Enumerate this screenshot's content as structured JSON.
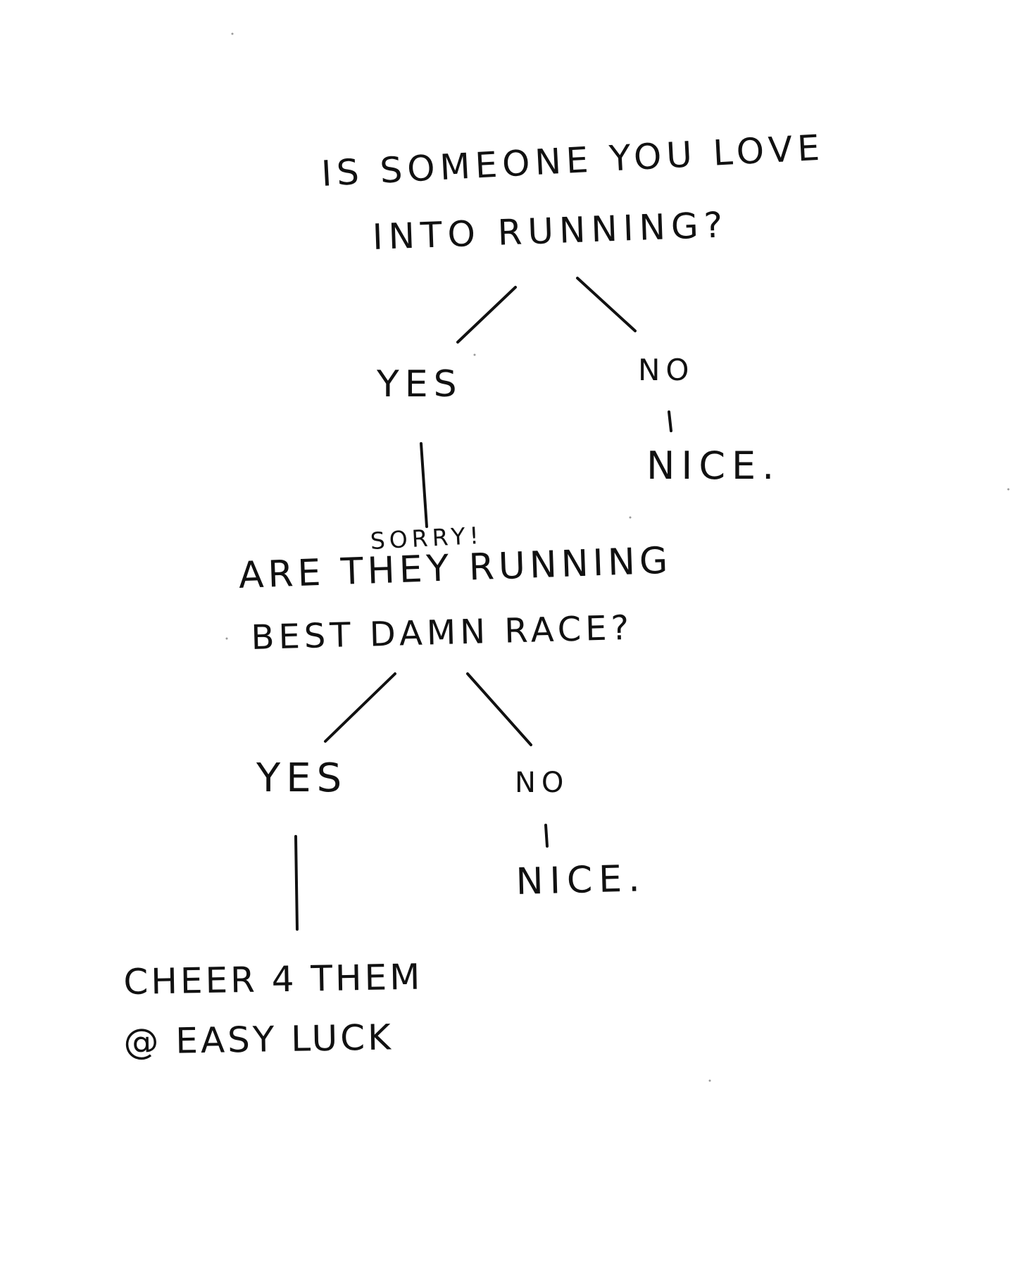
{
  "decision_tree": {
    "question_1": {
      "line_1": "IS SOMEONE YOU LOVE",
      "line_2": "INTO RUNNING?"
    },
    "question_1_yes": "YES",
    "question_1_no": "NO",
    "question_1_no_result": "NICE.",
    "sorry_note": "SORRY!",
    "question_2": {
      "line_1": "ARE THEY RUNNING",
      "line_2": "BEST DAMN RACE?"
    },
    "question_2_yes": "YES",
    "question_2_no": "NO",
    "question_2_no_result": "NICE.",
    "question_2_yes_result": {
      "line_1": "CHEER 4 THEM",
      "line_2": "@ EASY LUCK"
    }
  },
  "colors": {
    "ink": "#111111",
    "background": "#ffffff"
  }
}
